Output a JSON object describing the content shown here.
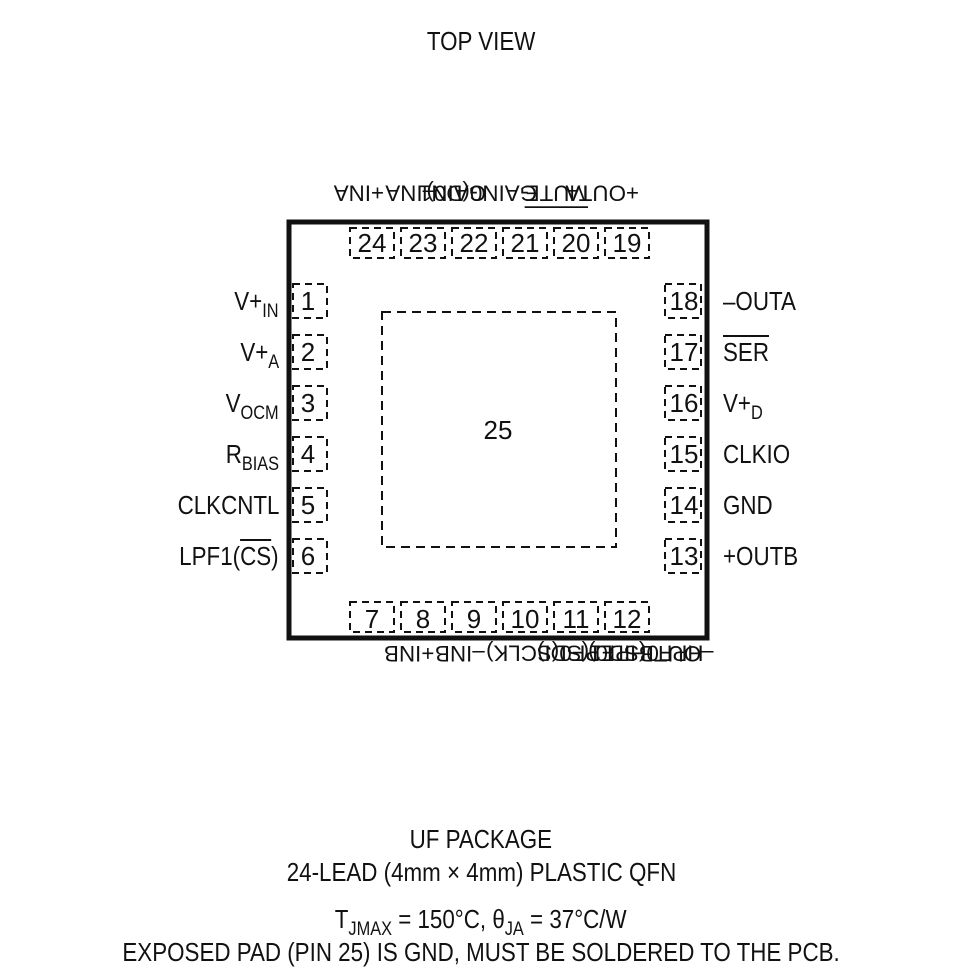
{
  "view_title": "TOP VIEW",
  "exposed_pad_number": "25",
  "pins_top": [
    {
      "num": "24",
      "name": "+INA"
    },
    {
      "num": "23",
      "name": "–INA"
    },
    {
      "num": "22",
      "name": "GAIN1"
    },
    {
      "num": "21",
      "name": "GAIN0(D0)"
    },
    {
      "num": "20",
      "name": "MUTE"
    },
    {
      "num": "19",
      "name": "+OUTA"
    }
  ],
  "pins_left": [
    {
      "num": "1",
      "name": "V+",
      "sub": "IN"
    },
    {
      "num": "2",
      "name": "V+",
      "sub": "A"
    },
    {
      "num": "3",
      "name": "V",
      "sub": "OCM"
    },
    {
      "num": "4",
      "name": "R",
      "sub": "BIAS"
    },
    {
      "num": "5",
      "name": "CLKCNTL"
    },
    {
      "num": "6",
      "name_prefix": "LPF1(",
      "name_over": "CS",
      "name_suffix": ")"
    }
  ],
  "pins_right": [
    {
      "num": "18",
      "name": "–OUTA"
    },
    {
      "num": "17",
      "name": "SER"
    },
    {
      "num": "16",
      "name": "V+",
      "sub": "D"
    },
    {
      "num": "15",
      "name": "CLKIO"
    },
    {
      "num": "14",
      "name": "GND"
    },
    {
      "num": "13",
      "name": "+OUTB"
    }
  ],
  "pins_bottom": [
    {
      "num": "7",
      "name": "+INB"
    },
    {
      "num": "8",
      "name": "–INB"
    },
    {
      "num": "9",
      "name": "LPF0(SCLK)"
    },
    {
      "num": "10",
      "name": "HPF1(SDI)"
    },
    {
      "num": "11",
      "name": "HPF0(SD0)"
    },
    {
      "num": "12",
      "name": "–OUTB"
    }
  ],
  "package_line1": "UF PACKAGE",
  "package_line2": "24-LEAD (4mm × 4mm) PLASTIC QFN",
  "thermal": {
    "tj_symbol": "T",
    "tj_sub": "JMAX",
    "tj_value": " = 150°C, ",
    "theta_symbol": "θ",
    "theta_sub": "JA",
    "theta_value": " = 37°C/W"
  },
  "note": "EXPOSED PAD (PIN 25) IS GND, MUST BE SOLDERED TO THE PCB."
}
